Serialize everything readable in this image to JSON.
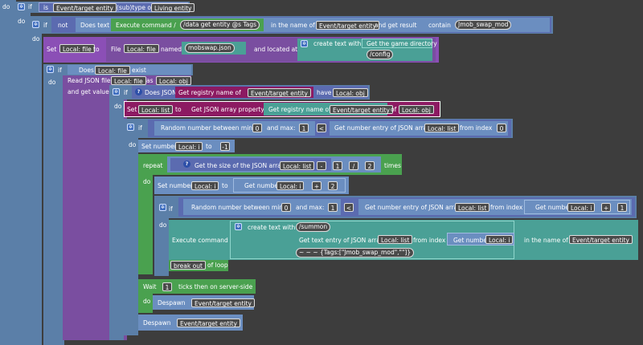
{
  "labels": {
    "do": "do",
    "if": "if",
    "not": "not",
    "and": "and",
    "to": "to",
    "is": "is",
    "subtype_of": "(sub)type of",
    "does_text": "Does text",
    "execute_command": "Execute command /",
    "in_the_name_of": "in the name of",
    "and_get_result": "and get result",
    "contain": "contain",
    "set": "Set",
    "file": "File",
    "named": "named",
    "and_located_at": "and located at",
    "create_text_with": "create text with",
    "get_game_directory": "Get the game directory",
    "does": "Does",
    "exist": "exist",
    "read_json_file": "Read JSON file",
    "as": "as",
    "and_get_values": "and get values",
    "does_json": "Does JSON",
    "get_registry_name_of": "Get registry name of",
    "have": "have",
    "get_json_array_property": "Get JSON array property",
    "of": "of",
    "random_between_min": "Random number between min:",
    "and_max": "and max:",
    "get_number_entry": "Get number entry of JSON array",
    "from_index": "from index",
    "set_number": "Set number",
    "repeat": "repeat",
    "get_size_json_array": "Get the size of the JSON array",
    "times": "times",
    "get_number": "Get number",
    "get_text_entry": "Get text entry of JSON array",
    "break_out": "break out",
    "of_loop": "of loop",
    "wait": "Wait",
    "ticks_server": "ticks then on server-side",
    "despawn": "Despawn"
  },
  "fields": {
    "event_entity": "Event/target entity",
    "living_entity": "Living entity",
    "local_file": "Local: file",
    "local_obj": "Local: obj",
    "local_list": "Local: list",
    "local_i": "Local: i"
  },
  "ops": {
    "lt": "<",
    "minus": "-",
    "div": "/",
    "plus": "+"
  },
  "texts": {
    "cmd_data": "/data get entity @s Tags",
    "mod_tag": "Jmob_swap_mod",
    "json_name": "mobswap.json",
    "config": "/config",
    "summon": "/summon ",
    "tags_expr": "~ ~ ~ {Tags:[\"Jmob_swap_mod\",\"\"]}"
  },
  "numbers": {
    "zero": "0",
    "one": "1",
    "two": "2",
    "neg_one": "-1",
    "wait_ticks": "1"
  },
  "colors": {
    "background": "#3d3d3d",
    "control_block": "#5b7fa8",
    "logic_block": "#5b6bb0",
    "local_var_block": "#8b4fb6",
    "loop_block": "#4aa14f",
    "text_block": "#4aa096",
    "json_property_block": "#8c1a62"
  },
  "icons": [
    "gear-icon",
    "help-icon",
    "quote-icon"
  ]
}
